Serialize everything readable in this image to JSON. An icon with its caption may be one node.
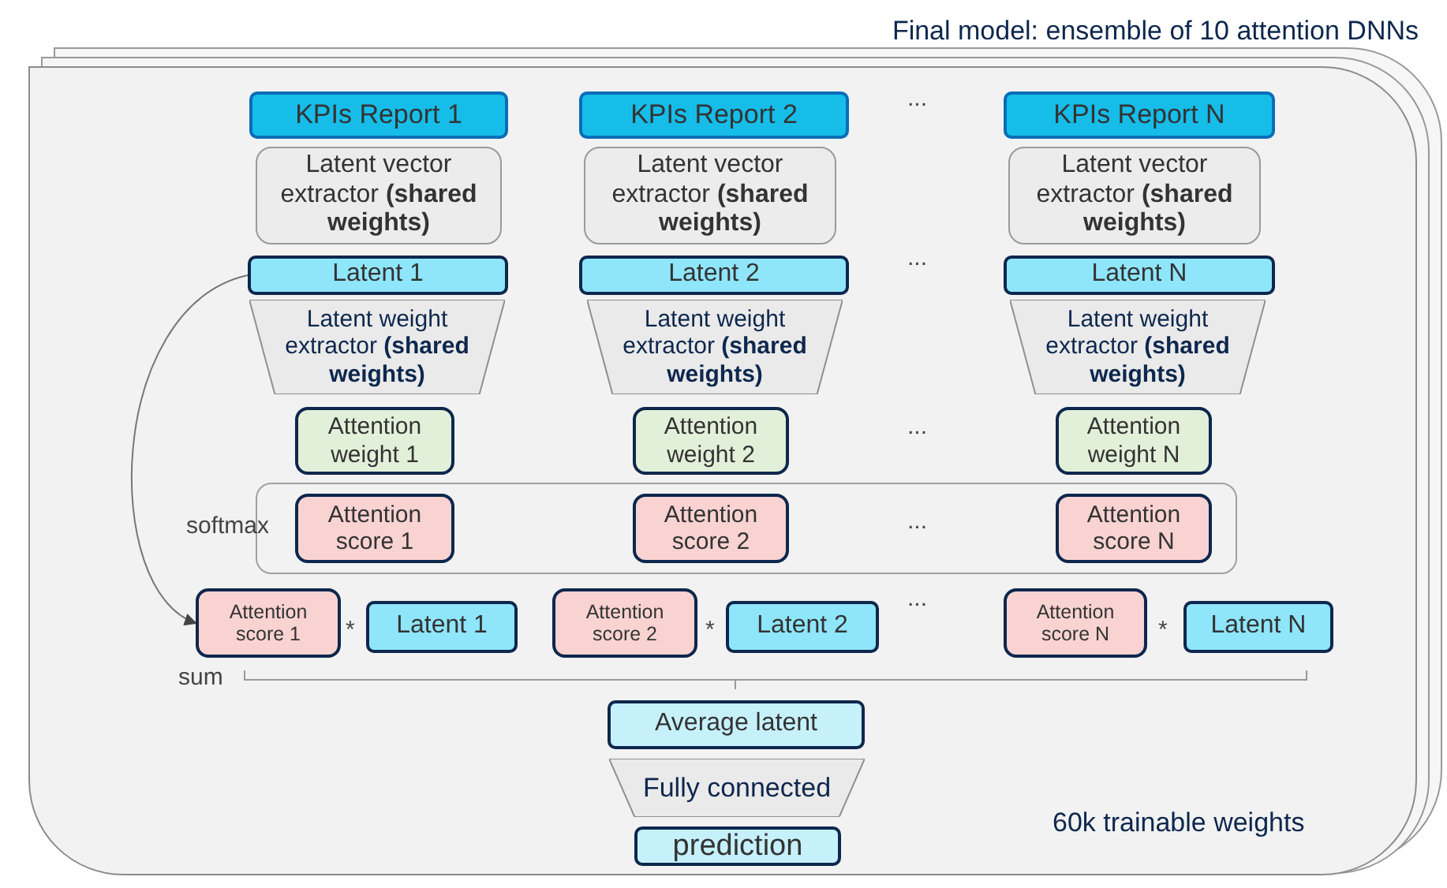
{
  "diagram": {
    "title": "Final model: ensemble of 10 attention DNNs",
    "nodes": [
      {
        "text": [
          "60k trainable weights"
        ]
      },
      {
        "text": [
          "KPIs Report 1"
        ],
        "in": 0
      },
      {
        "text": [
          "KPIs Report 2"
        ],
        "in": 0
      },
      {
        "text": [
          "KPIs Report N"
        ],
        "in": 0
      },
      {
        "text": [
          "Latent vector extractor **(shared weights)**"
        ],
        "in": 0
      },
      {
        "text": [
          "Latent vector extractor **(shared weights)**"
        ],
        "in": 0
      },
      {
        "text": [
          "Latent vector extractor **(shared weights)**"
        ],
        "in": 0
      },
      {
        "text": [
          "Latent 1"
        ],
        "in": 0
      },
      {
        "text": [
          "Latent 2"
        ],
        "in": 0
      },
      {
        "text": [
          "Latent N"
        ],
        "in": 0
      },
      {
        "text": [
          "Latent weight extractor **(shared weights)**"
        ],
        "in": 0
      },
      {
        "text": [
          "Latent weight extractor **(shared weights)**"
        ],
        "in": 0
      },
      {
        "text": [
          "Latent weight extractor **(shared weights)**"
        ],
        "in": 0
      },
      {
        "text": [
          "Attention weight 1"
        ],
        "in": 0
      },
      {
        "text": [
          "Attention weight 2"
        ],
        "in": 0
      },
      {
        "text": [
          "Attention weight N"
        ],
        "in": 0
      },
      {
        "text": [
          "softmax"
        ],
        "in": 0
      },
      {
        "text": [
          "Attention score 1"
        ],
        "in": 16
      },
      {
        "text": [
          "Attention score 2"
        ],
        "in": 16
      },
      {
        "text": [
          "Attention score N"
        ],
        "in": 16
      },
      {
        "text": [
          "Attention score 1"
        ],
        "in": 0
      },
      {
        "text": [
          "Latent 1"
        ],
        "in": 0
      },
      {
        "text": [
          "Attention score 2"
        ],
        "in": 0
      },
      {
        "text": [
          "Latent 2"
        ],
        "in": 0
      },
      {
        "text": [
          "Attention score N"
        ],
        "in": 0
      },
      {
        "text": [
          "Latent N"
        ],
        "in": 0
      },
      {
        "text": [
          "Average latent"
        ],
        "in": 0
      },
      {
        "text": [
          "Fully connected"
        ],
        "in": 0
      },
      {
        "text": [
          "prediction"
        ],
        "in": 0
      }
    ],
    "edges": [
      {
        "from": 7,
        "to": 20,
        "arrow": "to"
      }
    ],
    "labels": [
      "...",
      "...",
      "...",
      "...",
      "*",
      "*",
      "...",
      "*",
      "sum"
    ]
  }
}
